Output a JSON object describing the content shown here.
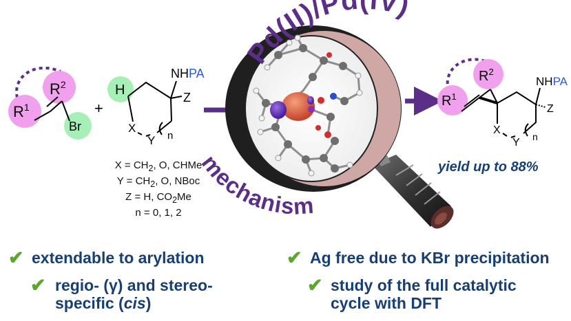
{
  "title": "Pd(II)/Pd(IV)",
  "mechanism_label": "mechanism",
  "colors": {
    "purple": "#5b2f87",
    "navy": "#173f73",
    "check_green": "#5aa62f",
    "pink_sphere": "#f0a0ec",
    "green_sphere": "#a6f0b8",
    "blue_label": "#2a5bd7"
  },
  "reactant1": {
    "r1": "R",
    "r1_sup": "1",
    "r2": "R",
    "r2_sup": "2",
    "leaving": "Br"
  },
  "plus": "+",
  "reactant2": {
    "h": "H",
    "amine": "NHPA",
    "amine_nh": "NH",
    "amine_pa": "PA",
    "z": "Z",
    "x": "X",
    "y": "Y",
    "n": "n"
  },
  "conditions": [
    {
      "var": "X",
      "eq": " = ",
      "values": "CH",
      "sub": "2",
      "rest": ", O, CHMe"
    },
    {
      "var": "Y",
      "eq": " = ",
      "values": "CH",
      "sub": "2",
      "rest": ", O, NBoc"
    },
    {
      "var": "Z",
      "eq": " = ",
      "values": "H, CO",
      "sub": "2",
      "rest": "Me"
    },
    {
      "var": "n",
      "eq": " = ",
      "values": "0, 1, 2",
      "sub": "",
      "rest": ""
    }
  ],
  "product": {
    "r1": "R",
    "r1_sup": "1",
    "r2": "R",
    "r2_sup": "2",
    "amine_nh": "NH",
    "amine_pa": "PA",
    "z": "Z",
    "x": "X",
    "y": "Y",
    "n": "n"
  },
  "yield_text": "yield up to 88%",
  "bullets": [
    {
      "text": "extendable to arylation"
    },
    {
      "text": "Ag free due to KBr precipitation"
    },
    {
      "line1": "regio- (γ) and stereo-",
      "line2_pre": "specific (",
      "line2_it": "cis",
      "line2_post": ")"
    },
    {
      "line1": "study of the full catalytic",
      "line2": "cycle with DFT"
    }
  ],
  "check_symbol": "✔"
}
